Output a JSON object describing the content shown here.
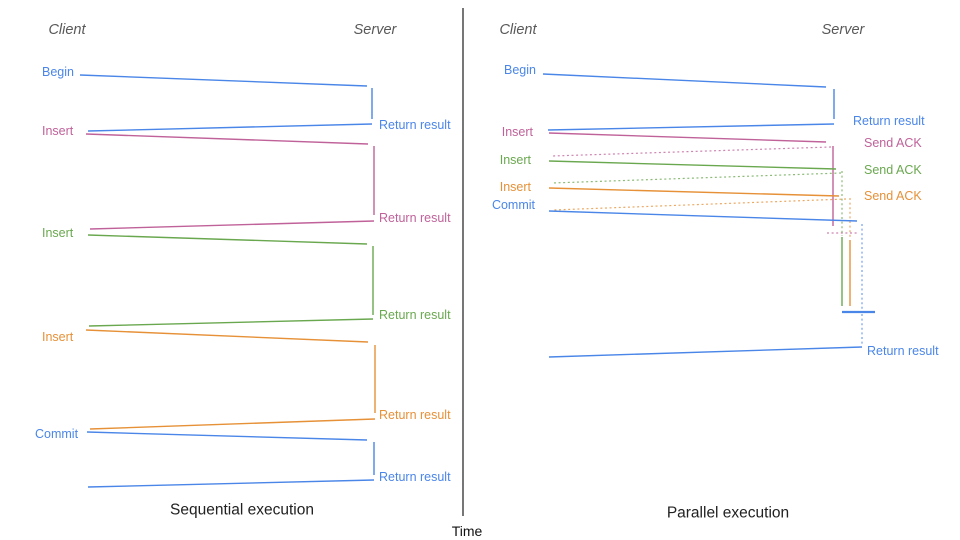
{
  "palette": {
    "blue": "#4a86e8",
    "pink": "#c0629a",
    "green": "#6aa84f",
    "orange": "#e69138",
    "axis": "#3d3d3d",
    "header_gray": "#595959"
  },
  "time_axis_label": "Time",
  "sequential": {
    "caption": "Sequential execution",
    "client_header": "Client",
    "server_header": "Server",
    "messages": [
      {
        "label": "Begin",
        "color": "#4a86e8",
        "response": "Return result"
      },
      {
        "label": "Insert",
        "color": "#c0629a",
        "response": "Return result"
      },
      {
        "label": "Insert",
        "color": "#6aa84f",
        "response": "Return result"
      },
      {
        "label": "Insert",
        "color": "#e69138",
        "response": "Return result"
      },
      {
        "label": "Commit",
        "color": "#4a86e8",
        "response": "Return result"
      }
    ]
  },
  "parallel": {
    "caption": "Parallel execution",
    "client_header": "Client",
    "server_header": "Server",
    "messages": [
      {
        "label": "Begin",
        "color": "#4a86e8",
        "response": "Return result"
      },
      {
        "label": "Insert",
        "color": "#c0629a",
        "response": "Send ACK"
      },
      {
        "label": "Insert",
        "color": "#6aa84f",
        "response": "Send ACK"
      },
      {
        "label": "Insert",
        "color": "#e69138",
        "response": "Send ACK"
      },
      {
        "label": "Commit",
        "color": "#4a86e8",
        "response": "Return result"
      }
    ],
    "final_response": "Return result"
  }
}
